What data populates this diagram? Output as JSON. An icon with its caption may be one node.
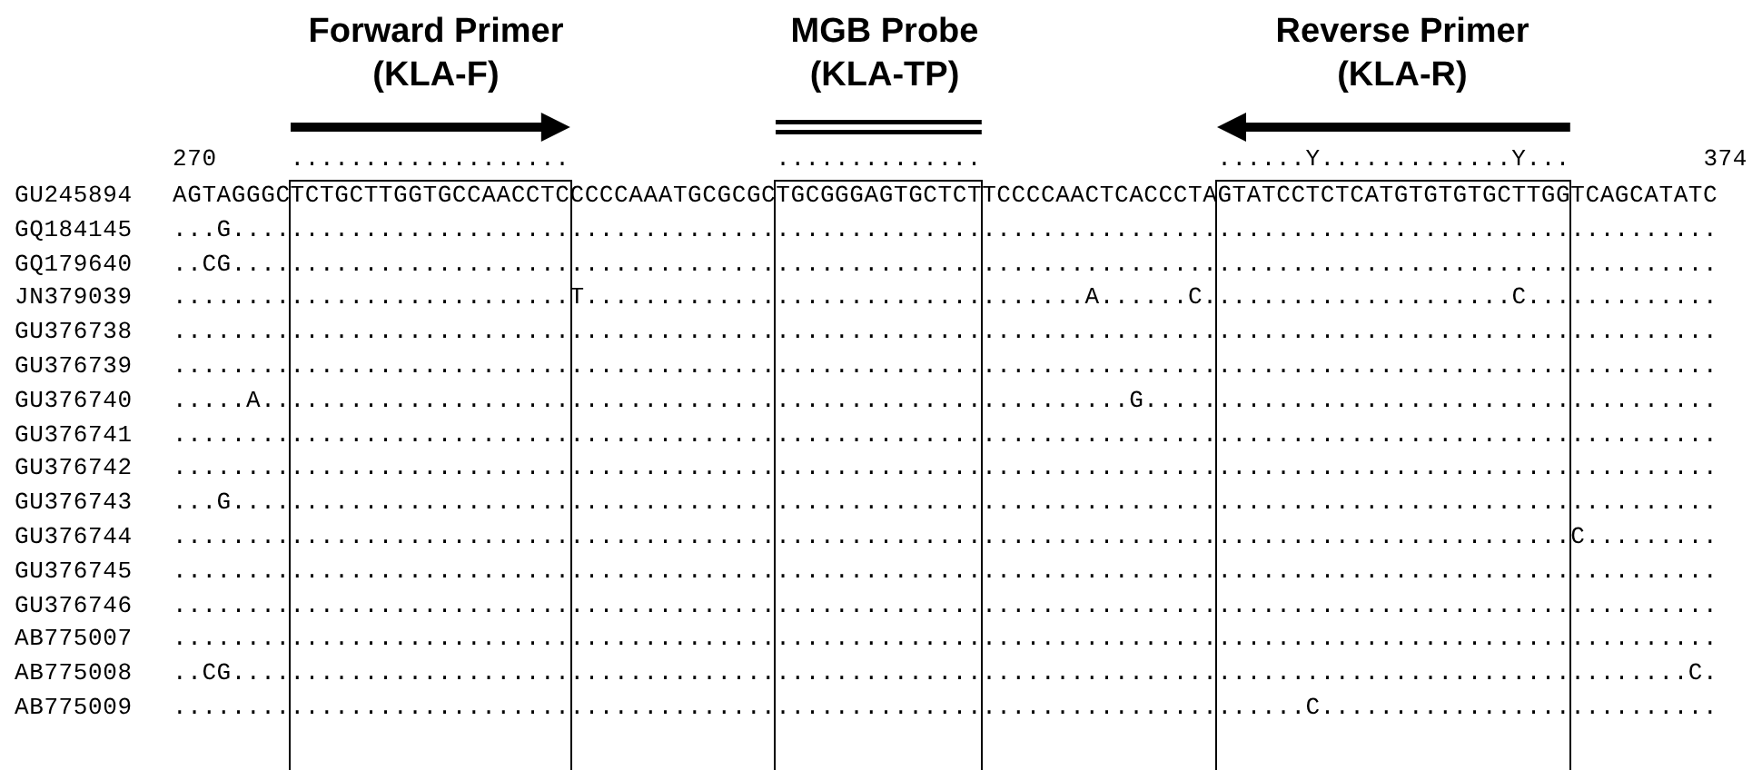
{
  "diagram": {
    "nodes": [
      {
        "text": [],
        "shape": "box"
      },
      {
        "text": [],
        "shape": "box"
      },
      {
        "text": [],
        "shape": "box"
      }
    ],
    "labels": [
      "Forward Primer (KLA-F)",
      "MGB Probe (KLA-TP)",
      "Reverse Primer (KLA-R)",
      "270",
      "...................",
      "..............",
      "......Y.............Y...",
      "374",
      "GU245894",
      "AGTAGGGCTCTGCTTGGTGCCAACCTCCCCCAAATGCGCGCTGCGGGAGTGCTCTTCCCCAACTCACCCTAGTATCCTCTCATGTGTGTGCTTGGTCAGCATATC",
      "GQ184145",
      "...G.....................................................................................................",
      "GQ179640",
      "..CG.....................................................................................................",
      "JN379039",
      "...........................T..................................A......C.....................C.............",
      "GU376738",
      ".........................................................................................................",
      "GU376739",
      ".........................................................................................................",
      "GU376740",
      ".....A...........................................................G.......................................",
      "GU376741",
      ".........................................................................................................",
      "GU376742",
      ".........................................................................................................",
      "GU376743",
      "...G.....................................................................................................",
      "GU376744",
      "...............................................................................................C.........",
      "GU376745",
      ".........................................................................................................",
      "GU376746",
      ".........................................................................................................",
      "AB775007",
      ".........................................................................................................",
      "AB775008",
      "..CG...................................................................................................C.",
      "AB775009",
      ".............................................................................C..........................."
    ]
  }
}
